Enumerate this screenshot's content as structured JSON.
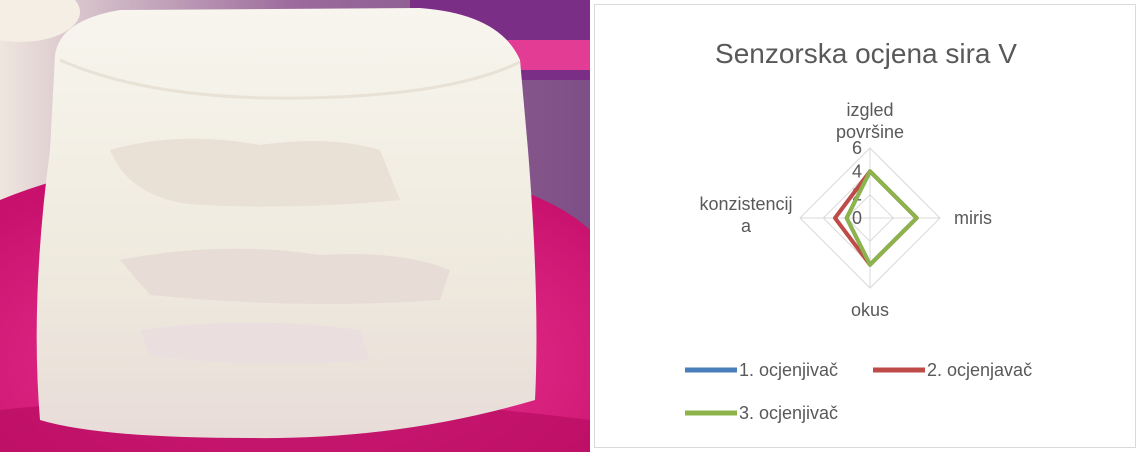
{
  "photo": {
    "description_icon": "cheese-photo",
    "colors": {
      "plate": "#e0147e",
      "cheese": "#f1eee6",
      "background": "#8b5b8f"
    }
  },
  "chart_data": {
    "type": "radar",
    "title": "Senzorska ocjena sira V",
    "axes": [
      "izgled površine",
      "miris",
      "okus",
      "konzistencija"
    ],
    "axis_label_lines": [
      [
        "izgled",
        "površine"
      ],
      [
        "miris"
      ],
      [
        "okus"
      ],
      [
        "konzistencij",
        "a"
      ]
    ],
    "rlim": [
      0,
      6
    ],
    "ticks": [
      0,
      2,
      4,
      6
    ],
    "grid": true,
    "legend_position": "bottom",
    "series": [
      {
        "name": "1. ocjenjivač",
        "color": "#4a7ebb",
        "values": [
          4,
          4,
          4,
          2
        ]
      },
      {
        "name": "2. ocjenjavač",
        "color": "#be4b48",
        "values": [
          4,
          4,
          4,
          3
        ]
      },
      {
        "name": "3. ocjenjivač",
        "color": "#8cb44a",
        "values": [
          4,
          4,
          4,
          2
        ]
      }
    ]
  }
}
